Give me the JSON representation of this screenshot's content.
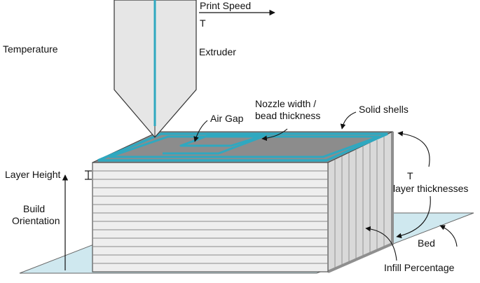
{
  "labels": {
    "print_speed": "Print Speed",
    "t_speed": "T",
    "temperature": "Temperature",
    "extruder": "Extruder",
    "nozzle_width_1": "Nozzle width /",
    "nozzle_width_2": "bead thickness",
    "air_gap": "Air Gap",
    "solid_shells": "Solid shells",
    "layer_height": "Layer Height",
    "t_layers": "T",
    "layer_thicknesses": "layer thicknesses",
    "build_1": "Build",
    "build_2": "Orientation",
    "bed": "Bed",
    "infill": "Infill Percentage"
  },
  "colors": {
    "bead": "#2fa8c0",
    "bed": "#cfe8ef",
    "top_surface": "#8c8c8c",
    "block_front": "#eeeeee",
    "block_side": "#d9d9d9",
    "stroke": "#333333"
  }
}
